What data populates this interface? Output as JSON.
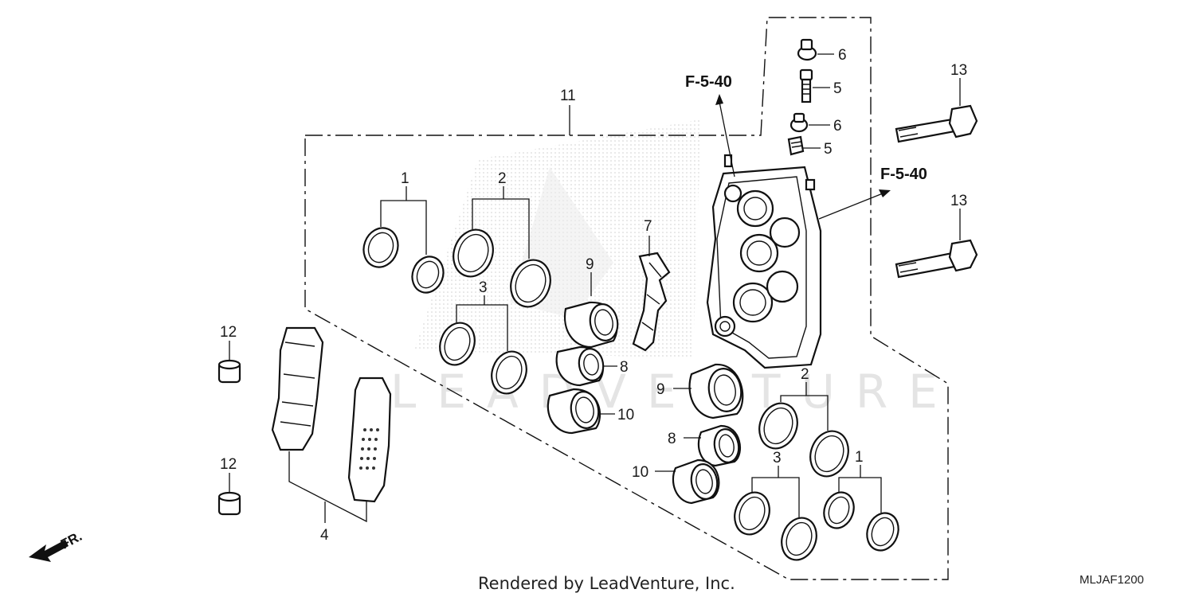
{
  "watermark": "LEADVENTURE",
  "callouts": {
    "c1a": "1",
    "c1b": "1",
    "c2a": "2",
    "c2b": "2",
    "c3a": "3",
    "c3b": "3",
    "c4": "4",
    "c5a": "5",
    "c5b": "5",
    "c6a": "6",
    "c6b": "6",
    "c7": "7",
    "c8a": "8",
    "c8b": "8",
    "c9a": "9",
    "c9b": "9",
    "c10a": "10",
    "c10b": "10",
    "c11": "11",
    "c12a": "12",
    "c12b": "12",
    "c13a": "13",
    "c13b": "13"
  },
  "refs": {
    "ref_top": "F-5-40",
    "ref_right": "F-5-40"
  },
  "direction_label": "FR.",
  "footer": {
    "credit": "Rendered by LeadVenture, Inc.",
    "code": "MLJAF1200"
  }
}
